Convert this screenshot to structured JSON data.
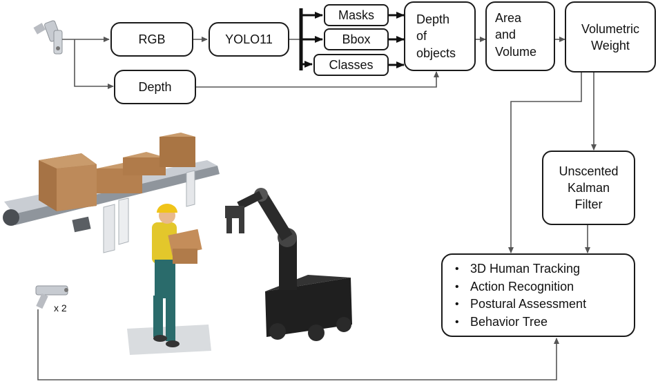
{
  "pipeline": {
    "rgb": "RGB",
    "yolo": "YOLO11",
    "depth": "Depth",
    "masks": "Masks",
    "bbox": "Bbox",
    "classes": "Classes",
    "depth_of_objects": "Depth\nof\nobjects",
    "area_volume": "Area\nand\nVolume",
    "volumetric_weight": "Volumetric\nWeight",
    "ukf": "Unscented\nKalman\nFilter"
  },
  "outputs": [
    "3D Human Tracking",
    "Action Recognition",
    "Postural Assessment",
    "Behavior Tree"
  ],
  "camera_count_label": "x 2",
  "colors": {
    "line": "#555555",
    "box_border": "#1a1a1a",
    "box_color": "#b98552",
    "worker_vest": "#e3c72b",
    "worker_pants": "#2a6b6b",
    "helmet": "#f0c419",
    "robot": "#1f1f1f"
  },
  "icons": [
    "camera-icon",
    "camera-pair-icon",
    "conveyor-belt-illustration",
    "worker-illustration",
    "mobile-robot-arm-illustration"
  ]
}
